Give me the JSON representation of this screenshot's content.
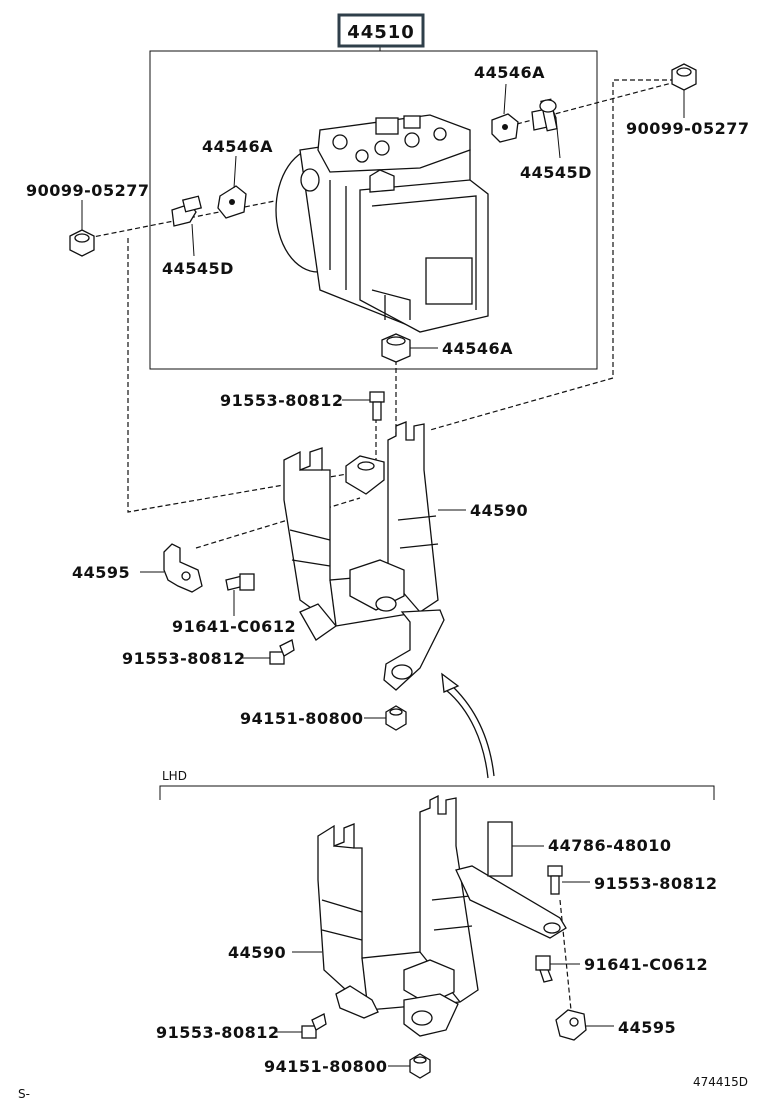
{
  "labels": {
    "assembly": "44510",
    "nut_right": "90099-05277",
    "nut_left": "90099-05277",
    "cushion_right": "44546A",
    "cushion_left": "44546A",
    "cushion_bottom": "44546A",
    "bolt_right": "44545D",
    "bolt_left": "44545D",
    "bolt_top": "91553-80812",
    "bracket_main": "44590",
    "clamp_left": "44595",
    "bolt_c0612": "91641-C0612",
    "bolt_mid": "91553-80812",
    "nut_mid": "94151-80800",
    "lhd_tag": "LHD",
    "label_plate": "44786-48010",
    "lhd_bolt_right": "91553-80812",
    "lhd_bolt_c0612": "91641-C0612",
    "lhd_bracket": "44590",
    "lhd_clamp": "44595",
    "lhd_bolt_left": "91553-80812",
    "lhd_nut": "94151-80800"
  },
  "footer": {
    "left_code": "S-",
    "illustration_number": "474415D"
  }
}
